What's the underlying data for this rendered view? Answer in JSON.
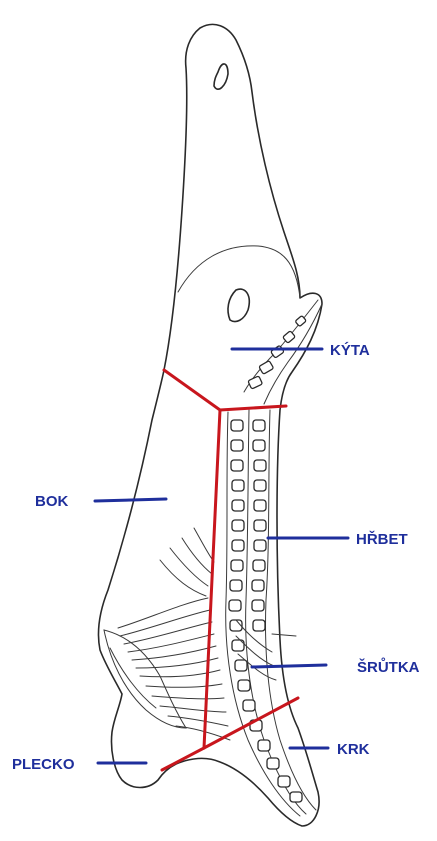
{
  "labels": {
    "kyta": "KÝTA",
    "bok": "BOK",
    "hrbet": "HŘBET",
    "srutka": "ŠRŮTKA",
    "krk": "KRK",
    "plecko": "PLECKO"
  },
  "colors": {
    "label_blue": "#1f2f9c",
    "cut_line_red": "#c8161d",
    "outline": "#2a2a2a"
  }
}
